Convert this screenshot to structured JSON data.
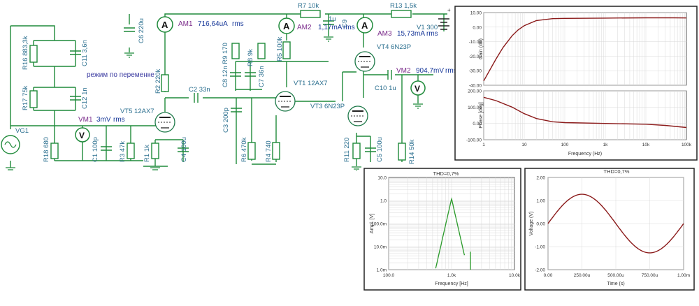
{
  "schematic": {
    "components": [
      {
        "key": "R16",
        "label": "R16 883,3k"
      },
      {
        "key": "C11",
        "label": "C11 3,6n"
      },
      {
        "key": "R17",
        "label": "R17 75k"
      },
      {
        "key": "C12",
        "label": "C12 1n"
      },
      {
        "key": "VG1",
        "label": "VG1"
      },
      {
        "key": "R18",
        "label": "R18 680"
      },
      {
        "key": "C1",
        "label": "C1 100p"
      },
      {
        "key": "R3",
        "label": "R3 47k"
      },
      {
        "key": "R1",
        "label": "R1 1k"
      },
      {
        "key": "C4",
        "label": "C4 100u"
      },
      {
        "key": "VT5",
        "label": "VT5 12AX7"
      },
      {
        "key": "C6",
        "label": "C6 220u"
      },
      {
        "key": "R2",
        "label": "R2 220k"
      },
      {
        "key": "C2",
        "label": "C2 33n"
      },
      {
        "key": "C3",
        "label": "C3 200p"
      },
      {
        "key": "R7",
        "label": "R7 10k"
      },
      {
        "key": "C9",
        "label": "C9"
      },
      {
        "key": "C9v",
        "label": "1u"
      },
      {
        "key": "R8",
        "label": "R8 9k"
      },
      {
        "key": "C8",
        "label": "C8 12n R9 170"
      },
      {
        "key": "C7",
        "label": "C7 36n"
      },
      {
        "key": "R5",
        "label": "R5 100k"
      },
      {
        "key": "VT1",
        "label": "VT1 12AX7"
      },
      {
        "key": "R6",
        "label": "R6 470k"
      },
      {
        "key": "R4",
        "label": "R4 740"
      },
      {
        "key": "VT3",
        "label": "VT3 6N23P"
      },
      {
        "key": "VT4",
        "label": "VT4 6N23P"
      },
      {
        "key": "R11",
        "label": "R11 220"
      },
      {
        "key": "C5",
        "label": "C5 100u"
      },
      {
        "key": "R13",
        "label": "R13 1,5k"
      },
      {
        "key": "V1",
        "label": "V1 300"
      },
      {
        "key": "C10",
        "label": "C10 1u"
      },
      {
        "key": "R14",
        "label": "R14 50k"
      }
    ],
    "meters": [
      {
        "key": "AM1",
        "name": "AM1",
        "reading": "716,64uA",
        "unit": "rms"
      },
      {
        "key": "AM2",
        "name": "AM2",
        "reading": "1,17mA",
        "unit": "rms"
      },
      {
        "key": "AM3",
        "name": "AM3",
        "reading": "15,73mA",
        "unit": "rms"
      },
      {
        "key": "VM1",
        "name": "VM1",
        "reading": "3mV",
        "unit": "rms"
      },
      {
        "key": "VM2",
        "name": "VM2",
        "reading": "904,7mV",
        "unit": "rms"
      }
    ],
    "note": "режим по переменке",
    "meter_letters": {
      "ammeter": "A",
      "voltmeter": "V"
    },
    "colors": {
      "wire": "#1f8a3a",
      "label": "#2b6f8f",
      "meter": "#7a2a8a",
      "value": "#1a3a9a"
    }
  },
  "bode": {
    "gain": {
      "ylabel": "Gain (dB)",
      "yticks": [
        "10.00",
        "0.00",
        "-10.00",
        "-20.00",
        "-30.00",
        "-40.00"
      ],
      "ylim": [
        -40,
        10
      ],
      "chart_data": {
        "type": "line",
        "x": [
          1,
          2,
          3,
          5,
          7,
          10,
          20,
          50,
          100,
          1000,
          10000,
          50000,
          100000
        ],
        "values": [
          -37,
          -22,
          -14,
          -6,
          -2,
          1,
          4.5,
          5.8,
          6,
          6.2,
          6.4,
          6.4,
          6.3
        ],
        "xscale": "log",
        "xlim": [
          1,
          100000
        ],
        "ylim": [
          -40,
          10
        ]
      }
    },
    "phase": {
      "ylabel": "Phase [deg]",
      "yticks": [
        "200.00",
        "100.00",
        "0.00",
        "-100.00"
      ],
      "ylim": [
        -100,
        200
      ],
      "chart_data": {
        "type": "line",
        "x": [
          1,
          2,
          5,
          10,
          20,
          50,
          100,
          1000,
          10000,
          30000,
          100000
        ],
        "values": [
          160,
          140,
          100,
          60,
          30,
          10,
          5,
          0,
          -5,
          -12,
          -25
        ],
        "xscale": "log",
        "xlim": [
          1,
          100000
        ],
        "ylim": [
          -100,
          200
        ]
      }
    },
    "xticks": [
      "1",
      "10",
      "100",
      "1k",
      "10k",
      "100k"
    ],
    "xlabel": "Frequency (Hz)",
    "trace_color": "#8b1a1a"
  },
  "spectrum": {
    "title": "THD=0,7%",
    "ylabel": "Ampl. [V]",
    "yticks": [
      "10.0",
      "1.0",
      "100.0m",
      "10.0m",
      "1.0m"
    ],
    "xticks": [
      "100.0",
      "1.0k",
      "10.0k"
    ],
    "xlabel": "Frequency [Hz]",
    "trace_color": "#2a9a2a",
    "chart_data": {
      "type": "line",
      "xscale": "log",
      "yscale": "log",
      "xlim": [
        100,
        10000
      ],
      "ylim": [
        0.001,
        10
      ],
      "peaks": [
        {
          "x": 1000,
          "y": 1.2
        },
        {
          "x": 2000,
          "y": 0.006
        }
      ]
    }
  },
  "waveform": {
    "title": "THD=0,7%",
    "ylabel": "Voltage (V)",
    "yticks": [
      "2.00",
      "1.00",
      "0.00",
      "-1.00",
      "-2.00"
    ],
    "xticks": [
      "0.00",
      "250.00u",
      "500.00u",
      "750.00u",
      "1.00m"
    ],
    "xlabel": "Time (s)",
    "trace_color": "#8b1a1a",
    "chart_data": {
      "type": "line",
      "xlim": [
        0,
        0.001
      ],
      "ylim": [
        -2,
        2
      ],
      "amplitude": 1.27,
      "frequency": 1000
    }
  }
}
